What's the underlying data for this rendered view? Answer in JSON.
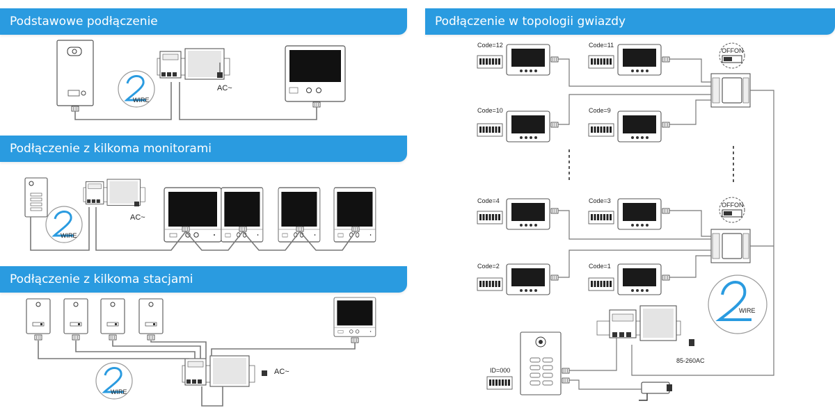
{
  "sections": {
    "basic": "Podstawowe podłączenie",
    "multi_monitor": "Podłączenie z kilkoma monitorami",
    "multi_station": "Podłączenie z kilkoma stacjami",
    "star": "Podłączenie w topologii gwiazdy"
  },
  "labels": {
    "ac": "AC~",
    "psu_range": "85-260AC",
    "switch_off": "OFF",
    "switch_on": "ON",
    "logo_text": "WIRE",
    "id_label": "ID=000"
  },
  "monitor_codes": [
    "Code=12",
    "Code=11",
    "Code=10",
    "Code=9",
    "Code=4",
    "Code=3",
    "Code=2",
    "Code=1"
  ],
  "colors": {
    "header": "#2a9be0",
    "line": "#777777",
    "screen": "#111111"
  }
}
